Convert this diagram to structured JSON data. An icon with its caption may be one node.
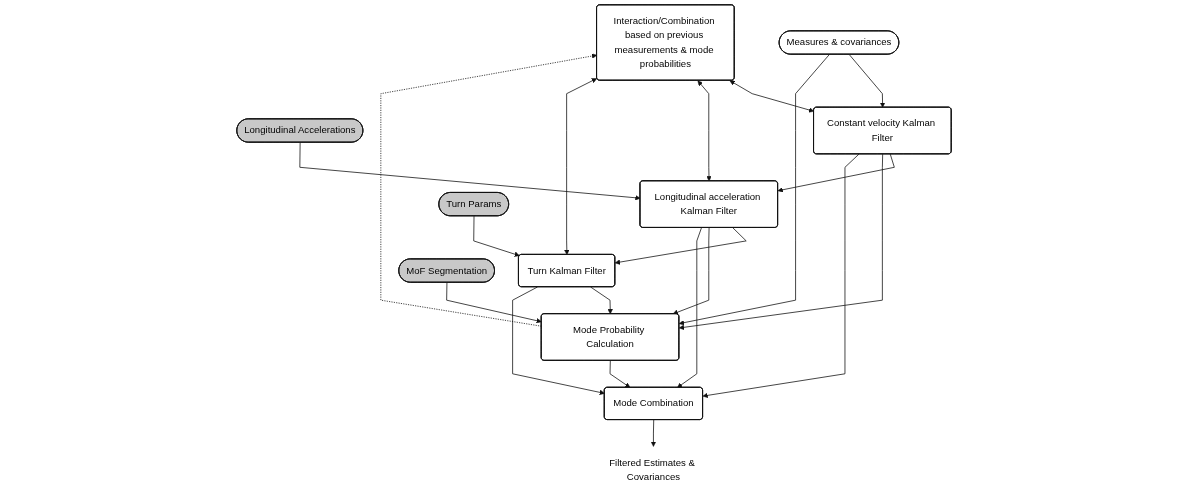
{
  "diagram": {
    "nodes": [
      {
        "text": [
          "Interaction/Combination based on previous measurements & mode probabilities"
        ]
      },
      {
        "text": [
          "Longitudinal Accelerations"
        ]
      },
      {
        "text": [
          "Measures & covariances"
        ]
      },
      {
        "text": [
          "Constant velocity Kalman Filter"
        ]
      },
      {
        "text": [
          "Longitudinal acceleration Kalman Filter"
        ]
      },
      {
        "text": [
          "Turn Kalman Filter"
        ]
      },
      {
        "text": [
          "Turn Params"
        ]
      },
      {
        "text": [
          "MoF Segmentation"
        ]
      },
      {
        "text": [
          "Mode Probability Calculation"
        ]
      },
      {
        "text": [
          "Mode Combination"
        ]
      },
      {
        "text": [
          "Filtered Estimates & Covariances"
        ]
      }
    ],
    "edges": [
      {
        "from": 0,
        "to": 3,
        "arrow": "both"
      },
      {
        "from": 0,
        "to": 4,
        "arrow": "both"
      },
      {
        "from": 0,
        "to": 5,
        "arrow": "both"
      },
      {
        "from": 1,
        "to": 4,
        "arrow": "to"
      },
      {
        "from": 2,
        "to": 3,
        "arrow": "to"
      },
      {
        "from": 3,
        "to": 4,
        "arrow": "to"
      },
      {
        "from": 4,
        "to": 5,
        "arrow": "to"
      },
      {
        "from": 6,
        "to": 5,
        "arrow": "to"
      },
      {
        "from": 2,
        "to": 8,
        "arrow": "to"
      },
      {
        "from": 3,
        "to": 8,
        "arrow": "to"
      },
      {
        "from": 4,
        "to": 8,
        "arrow": "to"
      },
      {
        "from": 5,
        "to": 8,
        "arrow": "to"
      },
      {
        "from": 3,
        "to": 9,
        "arrow": "to"
      },
      {
        "from": 4,
        "to": 9,
        "arrow": "to"
      },
      {
        "from": 5,
        "to": 9,
        "arrow": "to"
      },
      {
        "from": 7,
        "to": 8,
        "arrow": "to"
      },
      {
        "from": 8,
        "to": 9,
        "arrow": "to"
      },
      {
        "from": 9,
        "to": 10,
        "arrow": "to"
      },
      {
        "from": 8,
        "to": 0,
        "arrow": "to",
        "style": "dashed"
      }
    ]
  }
}
